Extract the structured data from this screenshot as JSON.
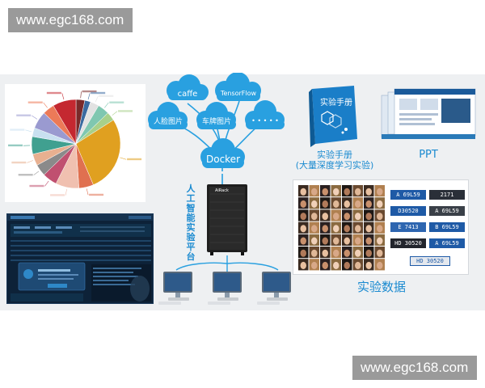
{
  "watermark": {
    "text": "www.egc168.com"
  },
  "clouds": {
    "caffe": "caffe",
    "tensorflow": "TensorFlow",
    "face_images": "人脸图片",
    "plate_images": "车牌图片",
    "more": "• • • • •",
    "docker": "Docker"
  },
  "platform": {
    "vertical_label": [
      "人",
      "工",
      "智",
      "能",
      "实",
      "验",
      "平",
      "台"
    ],
    "server_brand": "AiRack"
  },
  "manual": {
    "cover_title": "实验手册",
    "caption_line1": "实验手册",
    "caption_line2": "(大量深度学习实验)"
  },
  "ppt": {
    "caption": "PPT"
  },
  "experiment_data": {
    "caption": "实验数据",
    "plates": [
      "A 69L59",
      "2171",
      "D30520",
      "A 69L59",
      "E 7413",
      "B 69L59",
      "HD 30520",
      "A 69L59",
      "HD 30520"
    ]
  },
  "colors": {
    "accent": "#1a8ad0",
    "cloud": "#29a0e0",
    "dashboard_bg": "#0d2238"
  },
  "chart_data": {
    "type": "pie",
    "categories": [
      "",
      "",
      "",
      "",
      "",
      "",
      "",
      "",
      "",
      "",
      "",
      "",
      "",
      "",
      "",
      ""
    ],
    "values": [
      3,
      2,
      3,
      4,
      3,
      26,
      5,
      8,
      5,
      4,
      4,
      6,
      3,
      6,
      4,
      8
    ],
    "colors": [
      "#7a2a2a",
      "#3a6aa0",
      "#e2e2e2",
      "#7fc7b0",
      "#a8d08a",
      "#e0a020",
      "#e07050",
      "#f0c0b0",
      "#c05070",
      "#8a8a8a",
      "#e8b090",
      "#40a090",
      "#c8e0f0",
      "#9a9ad0",
      "#ec7a58",
      "#c42830"
    ]
  }
}
